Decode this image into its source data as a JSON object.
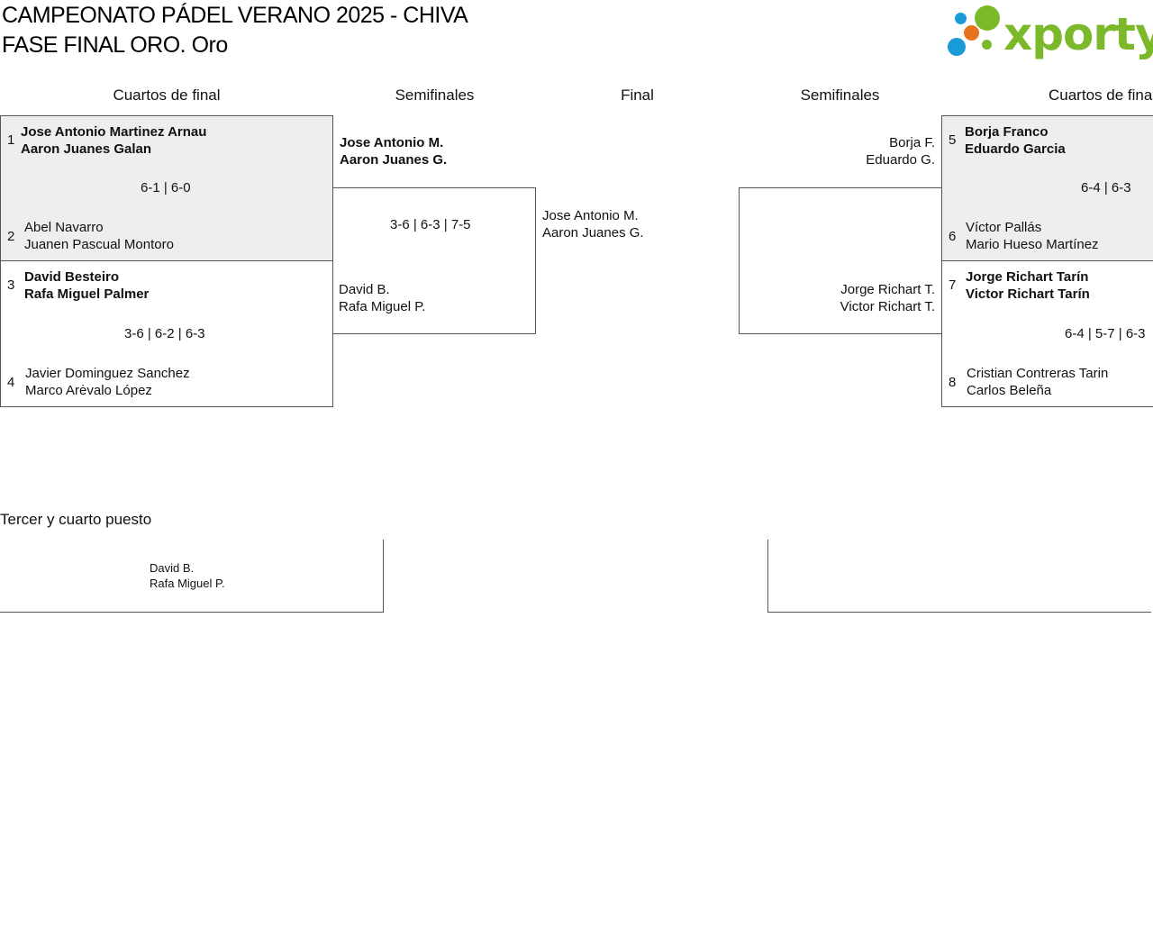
{
  "header": {
    "title_line1": "CAMPEONATO PÁDEL VERANO 2025 - CHIVA",
    "title_line2": "FASE FINAL ORO. Oro",
    "logo_text": "xporty"
  },
  "colors": {
    "logo_green": "#7cb92a",
    "logo_blue": "#1a9bd7",
    "logo_orange": "#e8731e",
    "highlight_bg": "#eeeeee"
  },
  "rounds": {
    "left_quarters": "Cuartos de final",
    "left_semis": "Semifinales",
    "final": "Final",
    "right_semis": "Semifinales",
    "right_quarters": "Cuartos de final"
  },
  "quarterfinals": [
    {
      "top": {
        "seed": "1",
        "p1": "Jose Antonio Martinez Arnau",
        "p2": "Aaron Juanes Galan"
      },
      "bottom": {
        "seed": "2",
        "p1": "Abel Navarro",
        "p2": "Juanen Pascual Montoro"
      },
      "score": "6-1 | 6-0"
    },
    {
      "top": {
        "seed": "3",
        "p1": "David Besteiro",
        "p2": "Rafa Miguel Palmer"
      },
      "bottom": {
        "seed": "4",
        "p1": "Javier Dominguez Sanchez",
        "p2": "Marco Arėvalo López"
      },
      "score": "3-6 | 6-2 | 6-3"
    },
    {
      "top": {
        "seed": "5",
        "p1": "Borja Franco",
        "p2": "Eduardo Garcia"
      },
      "bottom": {
        "seed": "6",
        "p1": "Víctor Pallás",
        "p2": "Mario Hueso Martínez"
      },
      "score": "6-4 | 6-3"
    },
    {
      "top": {
        "seed": "7",
        "p1": "Jorge Richart Tarín",
        "p2": "Victor Richart Tarín"
      },
      "bottom": {
        "seed": "8",
        "p1": "Cristian Contreras Tarin",
        "p2": "Carlos Beleña"
      },
      "score": "6-4 | 5-7 | 6-3"
    }
  ],
  "semifinals": {
    "left": {
      "top": {
        "p1": "Jose Antonio M.",
        "p2": "Aaron Juanes G."
      },
      "bottom": {
        "p1": "David B.",
        "p2": "Rafa Miguel P."
      },
      "score": "3-6 | 6-3 | 7-5"
    },
    "right": {
      "top": {
        "p1": "Borja F.",
        "p2": "Eduardo G."
      },
      "bottom": {
        "p1": "Jorge Richart T.",
        "p2": "Victor Richart T."
      }
    }
  },
  "final": {
    "left": {
      "p1": "Jose Antonio M.",
      "p2": "Aaron Juanes G."
    }
  },
  "third_place": {
    "heading": "Tercer y cuarto puesto",
    "left": {
      "p1": "David B.",
      "p2": "Rafa Miguel P."
    }
  }
}
